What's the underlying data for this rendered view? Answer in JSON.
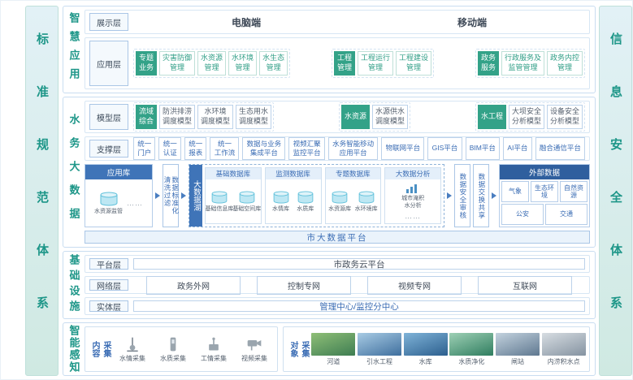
{
  "colors": {
    "teal_accent": "#33a288",
    "blue_accent": "#3a6cb4",
    "dark_blue": "#2f5f9e"
  },
  "frame": {
    "left_bar": "标准规范体系",
    "right_bar": "信息安全体系"
  },
  "smart_app": {
    "label": "智慧应用",
    "display": {
      "label": "展示层",
      "pc": "电脑端",
      "mobile": "移动端"
    },
    "app": {
      "label": "应用层",
      "g1": {
        "tag": "专题\n业务",
        "items": [
          "灾害防御\n管理",
          "水资源\n管理",
          "水环境\n管理",
          "水生态\n管理"
        ]
      },
      "g2": {
        "tag": "工程\n管理",
        "items": [
          "工程运行\n管理",
          "工程建设\n管理"
        ]
      },
      "g3": {
        "tag": "政务\n服务",
        "items": [
          "行政服务及\n监管管理",
          "政务内控\n管理"
        ]
      }
    }
  },
  "big_data": {
    "label": "水务大数据",
    "model": {
      "label": "模型层",
      "g1": {
        "tag": "流域\n综合",
        "items": [
          "防洪排涝\n调度模型",
          "水环境\n调度模型",
          "生态用水\n调度模型"
        ]
      },
      "g2": {
        "tag": "水资源",
        "items": [
          "水源供水\n调度模型"
        ]
      },
      "g3": {
        "tag": "水工程",
        "items": [
          "大坝安全\n分析模型",
          "设备安全\n分析模型"
        ]
      }
    },
    "support": {
      "label": "支撑层",
      "items": [
        "统一\n门户",
        "统一\n认证",
        "统一\n报表",
        "统一\n工作流",
        "数据与业务\n集成平台",
        "视频汇聚\n监控平台",
        "水务智能移动\n应用平台",
        "物联网平台",
        "GIS平台",
        "BIM平台",
        "AI平台",
        "融合通信平台"
      ]
    },
    "data_flow": {
      "app_store": {
        "title": "应用库",
        "db": "水资源监管",
        "dots": "……"
      },
      "etl": "数据标准化\n清洗过滤",
      "lake": {
        "title": "大数据湖",
        "groups": [
          {
            "title": "基础数据库",
            "dbs": [
              "基础信息库",
              "基础空间库"
            ]
          },
          {
            "title": "监测数据库",
            "dbs": [
              "水情库",
              "水质库"
            ]
          },
          {
            "title": "专题数据库",
            "dbs": [
              "水资源库",
              "水环境库"
            ]
          },
          {
            "title": "大数据分析",
            "dbs": [
              "城市淹积\n水分析",
              "……"
            ]
          }
        ]
      },
      "audit": "数据安全审核",
      "exchange": "数据交换共享",
      "external": {
        "title": "外部数据",
        "row1": [
          "气象",
          "生态环境",
          "自然资源"
        ],
        "row2": [
          "公安",
          "交通"
        ]
      },
      "platform_bar": "市大数据平台"
    }
  },
  "infra": {
    "label": "基础设施",
    "platform": {
      "label": "平台层",
      "item": "市政务云平台"
    },
    "network": {
      "label": "网络层",
      "items": [
        "政务外网",
        "控制专网",
        "视频专网",
        "互联网"
      ]
    },
    "entity": {
      "label": "实体层",
      "item": "管理中心/监控分中心"
    }
  },
  "sensing": {
    "label": "智能感知",
    "content": {
      "label": "采集\n内容",
      "items": [
        "水情采集",
        "水质采集",
        "工情采集",
        "视频采集"
      ]
    },
    "objects": {
      "label": "采集\n对象",
      "items": [
        "河道",
        "引水工程",
        "水库",
        "水质净化",
        "闸站",
        "内涝积水点"
      ]
    }
  }
}
